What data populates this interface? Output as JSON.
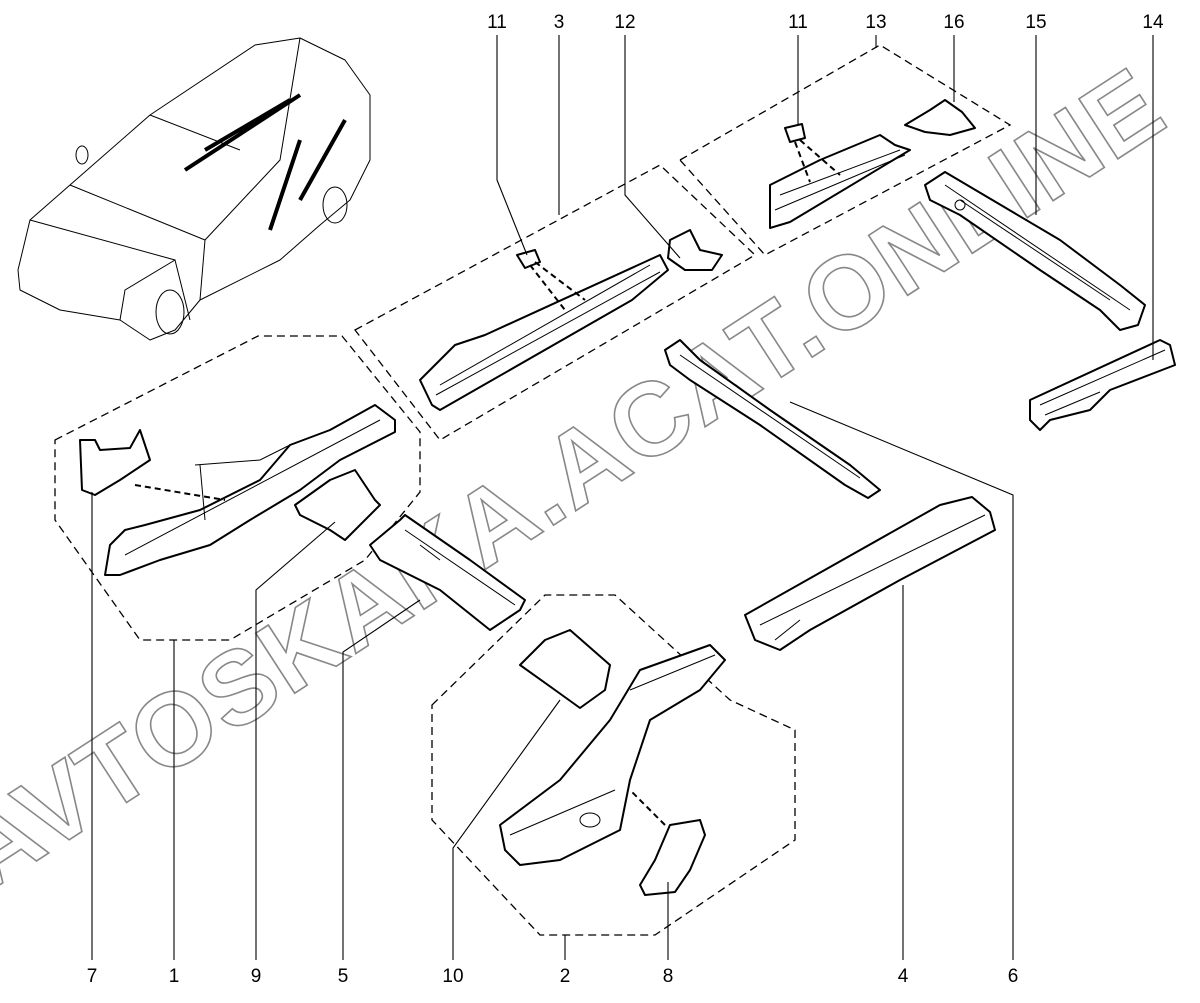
{
  "diagram": {
    "callouts_top": [
      "11",
      "3",
      "12",
      "11",
      "13",
      "16",
      "15",
      "14"
    ],
    "callouts_bottom": [
      "7",
      "1",
      "9",
      "5",
      "10",
      "2",
      "8",
      "4",
      "6"
    ],
    "watermark": "AVTOSKAKA.ACAT.ONLINE",
    "colors": {
      "line": "#000000",
      "watermark": "#888888",
      "background": "#ffffff"
    }
  }
}
